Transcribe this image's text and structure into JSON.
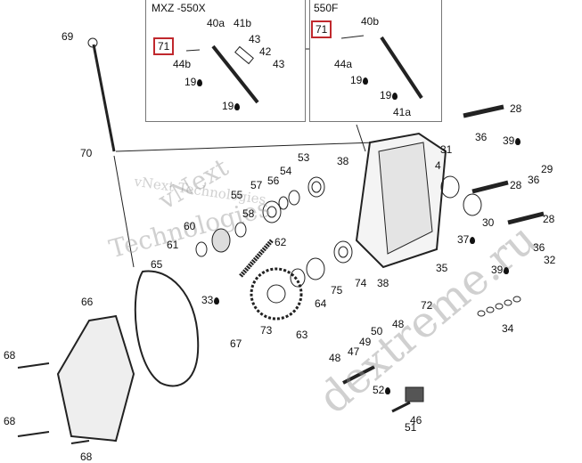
{
  "insets": [
    {
      "title": "MXZ -550X",
      "ref": "71",
      "labels": [
        "40a",
        "41b",
        "43",
        "42",
        "43",
        "44b",
        "19",
        "19"
      ]
    },
    {
      "title": "550F",
      "ref": "71",
      "labels": [
        "40b",
        "44a",
        "19",
        "19",
        "41a"
      ]
    }
  ],
  "callouts": [
    "69",
    "70",
    "28",
    "36",
    "31",
    "39",
    "4",
    "29",
    "36",
    "28",
    "30",
    "28",
    "37",
    "36",
    "32",
    "39",
    "53",
    "54",
    "56",
    "57",
    "55",
    "58",
    "38",
    "60",
    "61",
    "62",
    "65",
    "33",
    "66",
    "67",
    "73",
    "63",
    "64",
    "75",
    "74",
    "38",
    "35",
    "72",
    "34",
    "48",
    "50",
    "49",
    "47",
    "48",
    "52",
    "46",
    "51",
    "68",
    "68",
    "68"
  ],
  "watermarks": [
    "vNext Technologies",
    "vNext",
    "Technologies",
    "dextreme.ru"
  ],
  "colors": {
    "highlight": "#c0282d",
    "line": "#111111"
  }
}
